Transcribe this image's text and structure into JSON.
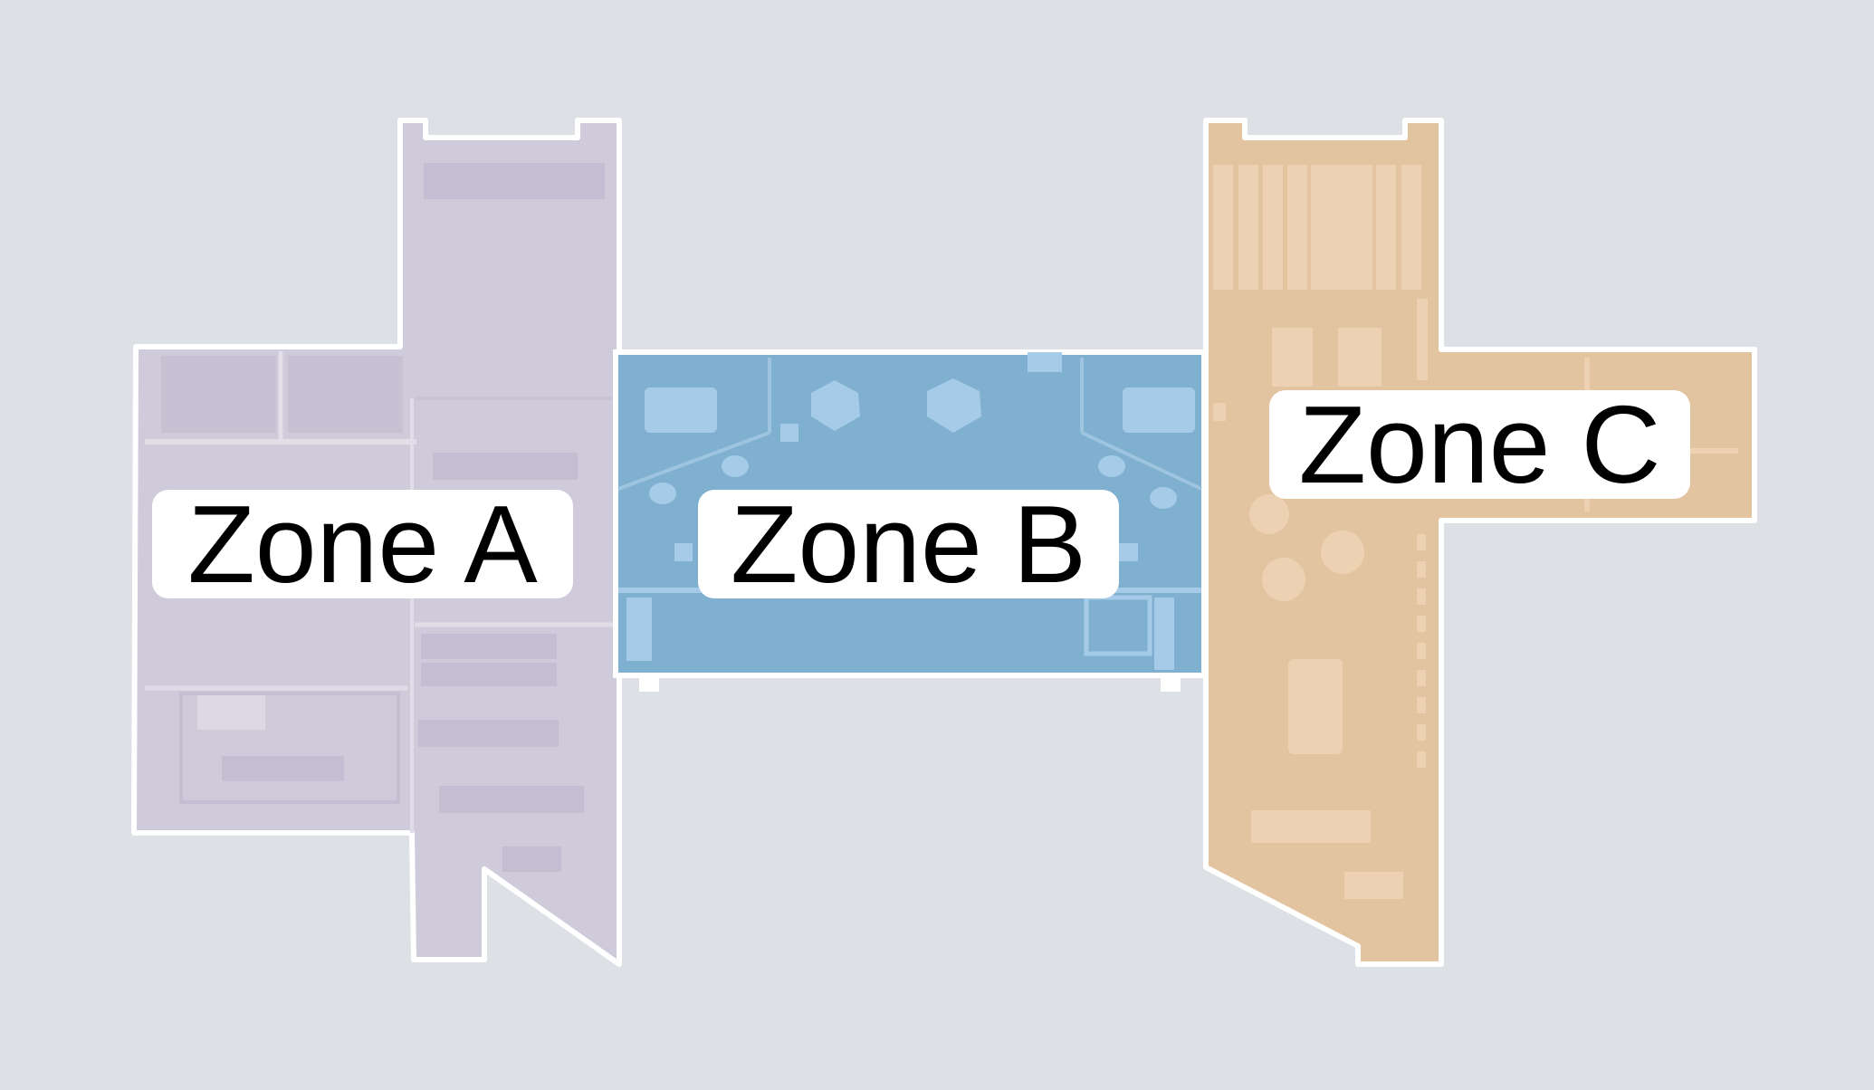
{
  "zones": [
    {
      "id": "a",
      "label": "Zone A",
      "color": "#cfcbdb"
    },
    {
      "id": "b",
      "label": "Zone B",
      "color": "#7fb0d0"
    },
    {
      "id": "c",
      "label": "Zone C",
      "color": "#e3c4a1"
    }
  ],
  "colors": {
    "background": "#dde0e4",
    "outline": "#ffffff",
    "zone_a_furniture": "#c3bed1",
    "zone_b_furniture": "#a6cbe8",
    "zone_c_furniture": "#ecd2b2"
  }
}
